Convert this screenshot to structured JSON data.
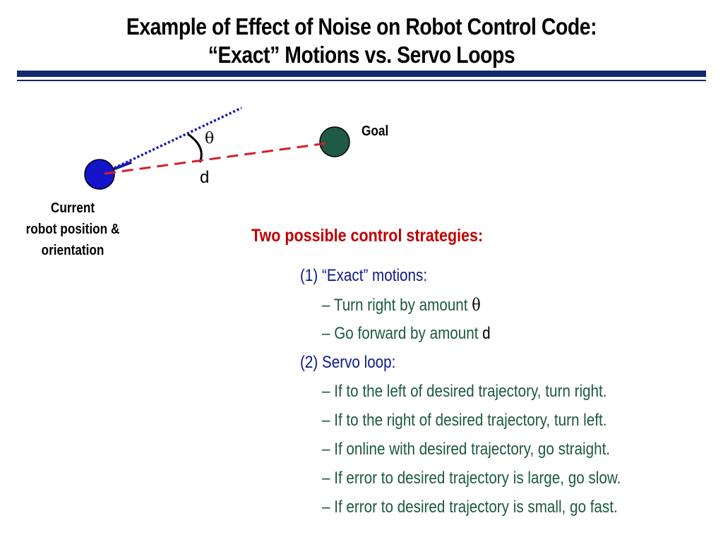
{
  "title": {
    "line1": "Example of Effect of Noise on Robot Control Code:",
    "line2": "“Exact” Motions vs. Servo Loops"
  },
  "colors": {
    "rule": "#14286e",
    "robot": "#1414c8",
    "goal": "#1e5a46",
    "heading": "#c00000",
    "strategy_text": "#0a1a8c",
    "bullet_text": "#1c5a3c",
    "dashed_line": "#d0202c",
    "dotted_line": "#1414b4"
  },
  "diagram": {
    "goal_label": "Goal",
    "theta_label": "θ",
    "d_label": "d",
    "current_label": [
      "Current",
      "robot position &",
      "orientation"
    ]
  },
  "strategies": {
    "heading": "Two possible control strategies:",
    "exact": {
      "label": "(1) “Exact” motions:",
      "items": [
        {
          "dash": "–",
          "text": "Turn right by amount ",
          "symbol": "θ"
        },
        {
          "dash": "–",
          "text": "Go forward by amount ",
          "symbol": "d"
        }
      ]
    },
    "servo": {
      "label": "(2) Servo loop:",
      "items": [
        "If to the left of desired trajectory, turn right.",
        "If to the right of desired trajectory, turn left.",
        "If online with desired trajectory, go straight.",
        "If error to desired trajectory is large, go slow.",
        "If error to desired trajectory is small, go fast."
      ],
      "dash": "–"
    }
  }
}
